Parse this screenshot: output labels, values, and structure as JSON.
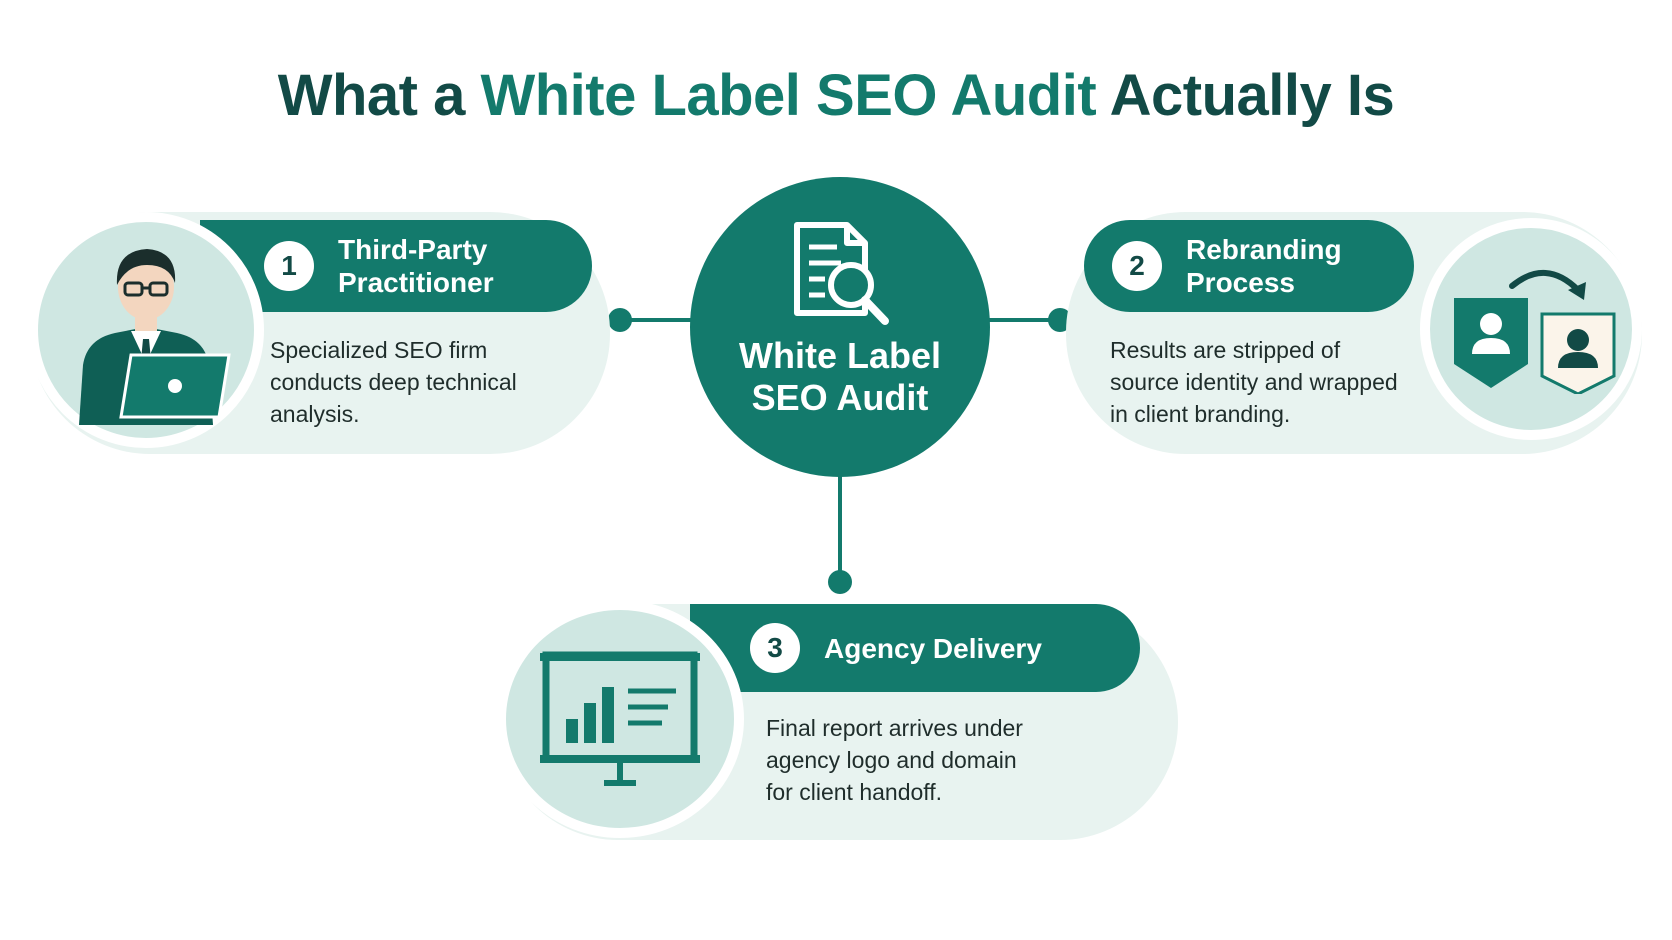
{
  "title": {
    "part1": "What a ",
    "highlight": "White Label SEO Audit",
    "part2": " Actually Is"
  },
  "hub": {
    "label_line1": "White Label",
    "label_line2": "SEO Audit",
    "icon": "document-search-icon"
  },
  "steps": [
    {
      "number": "1",
      "title_line1": "Third-Party",
      "title_line2": "Practitioner",
      "description": [
        "Specialized SEO firm",
        "conducts deep technical",
        "analysis."
      ],
      "icon": "practitioner-laptop-icon"
    },
    {
      "number": "2",
      "title_line1": "Rebranding",
      "title_line2": "Process",
      "description": [
        "Results are stripped of",
        "source identity and wrapped",
        "in client branding."
      ],
      "icon": "rebrand-swap-icon"
    },
    {
      "number": "3",
      "title_line1": "Agency Delivery",
      "description": [
        "Final report arrives under",
        "agency logo and domain",
        "for client handoff."
      ],
      "icon": "presentation-chart-icon"
    }
  ],
  "colors": {
    "primary": "#137a6c",
    "dark": "#124a46",
    "card_bg": "#e8f3f0",
    "icon_bg": "#cfe7e2"
  }
}
